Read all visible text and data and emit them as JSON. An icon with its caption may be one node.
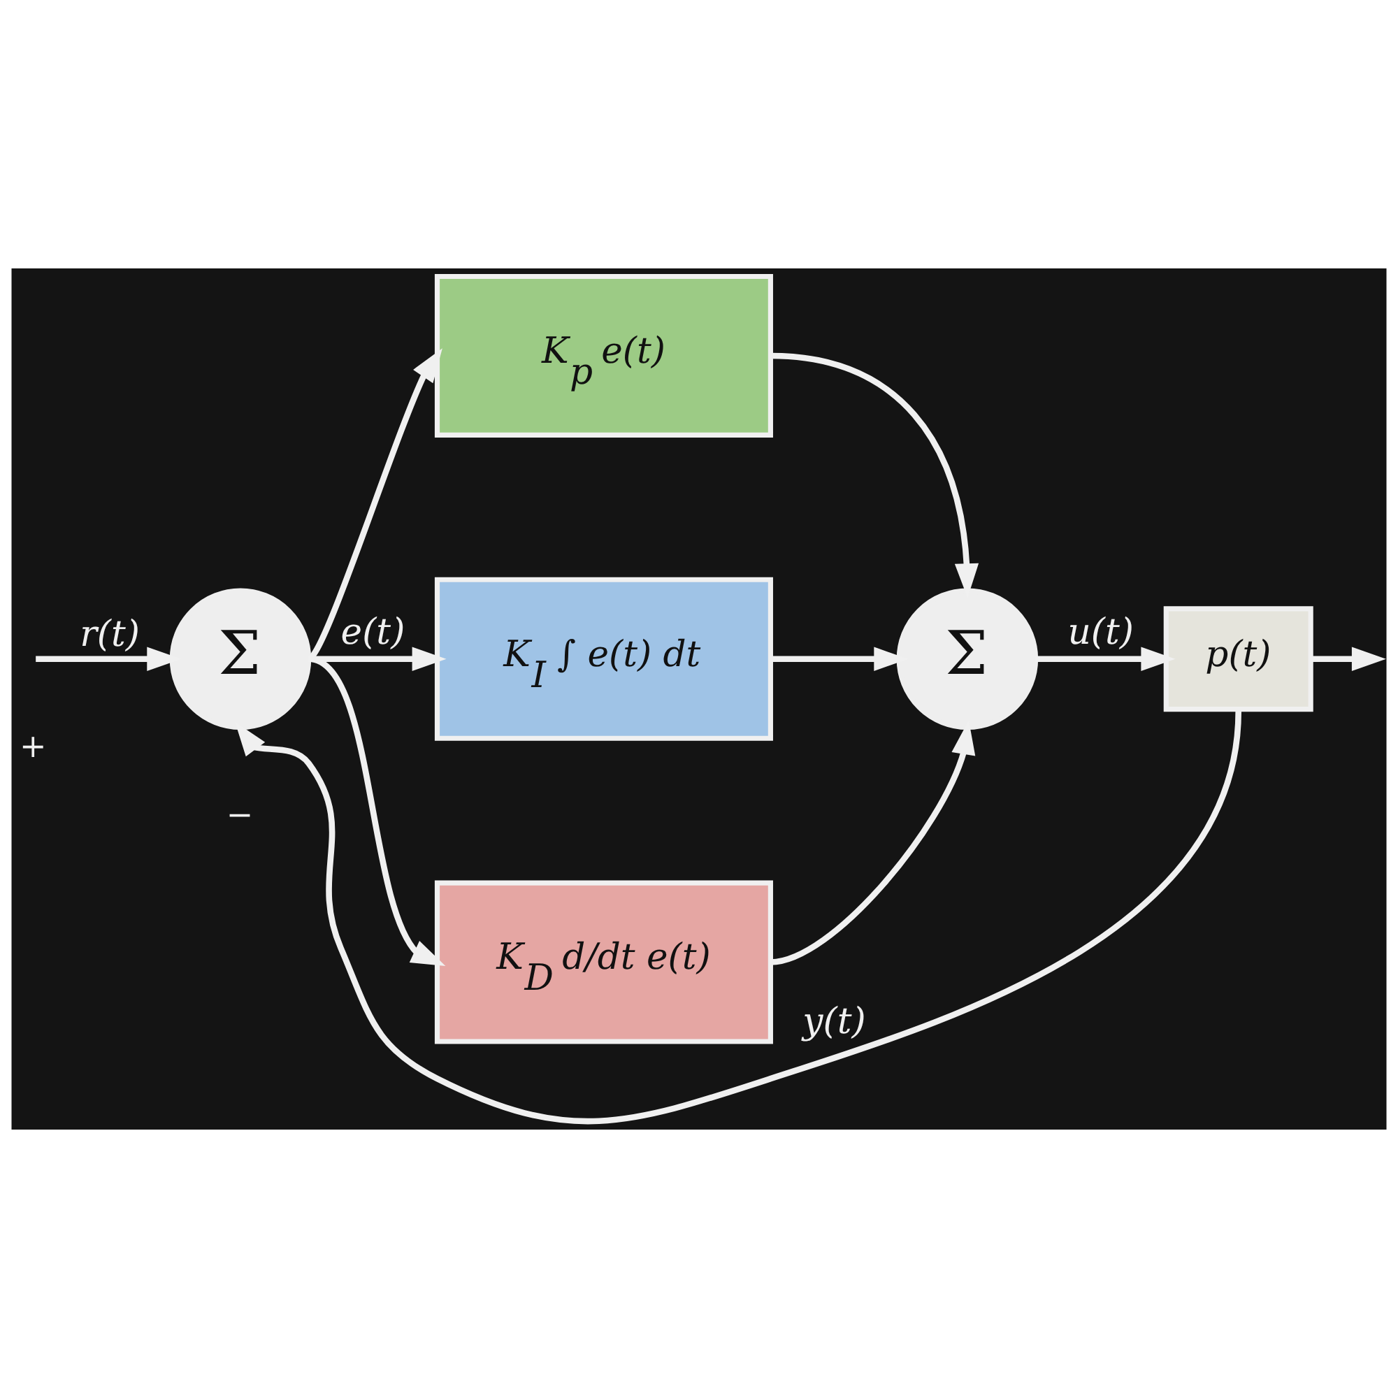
{
  "diagram": {
    "nodes": [
      {
        "text": [
          "Σ"
        ]
      },
      {
        "text": [
          "K$_{p}$ e(t)"
        ]
      },
      {
        "text": [
          "K$_{I}$ ∫ e(t) dt"
        ]
      },
      {
        "text": [
          "K$_{D}$ d/dt e(t)"
        ]
      },
      {
        "text": [
          "Σ"
        ]
      },
      {
        "text": [
          "p(t)"
        ]
      }
    ],
    "edges": [
      {
        "from": null,
        "to": 0,
        "arrow": "to",
        "label": "r(t)"
      },
      {
        "from": 0,
        "to": 1,
        "arrow": "to"
      },
      {
        "from": 0,
        "to": 2,
        "arrow": "to",
        "label": "e(t)"
      },
      {
        "from": 0,
        "to": 3,
        "arrow": "to"
      },
      {
        "from": 1,
        "to": 4,
        "arrow": "to"
      },
      {
        "from": 2,
        "to": 4,
        "arrow": "to"
      },
      {
        "from": 3,
        "to": 4,
        "arrow": "to"
      },
      {
        "from": 4,
        "to": 5,
        "arrow": "to",
        "label": "u(t)"
      },
      {
        "from": 5,
        "to": null,
        "arrow": "to"
      },
      {
        "from": 5,
        "to": 0,
        "arrow": "to",
        "label": "y(t)"
      }
    ],
    "labels": [
      "+",
      "−"
    ]
  }
}
